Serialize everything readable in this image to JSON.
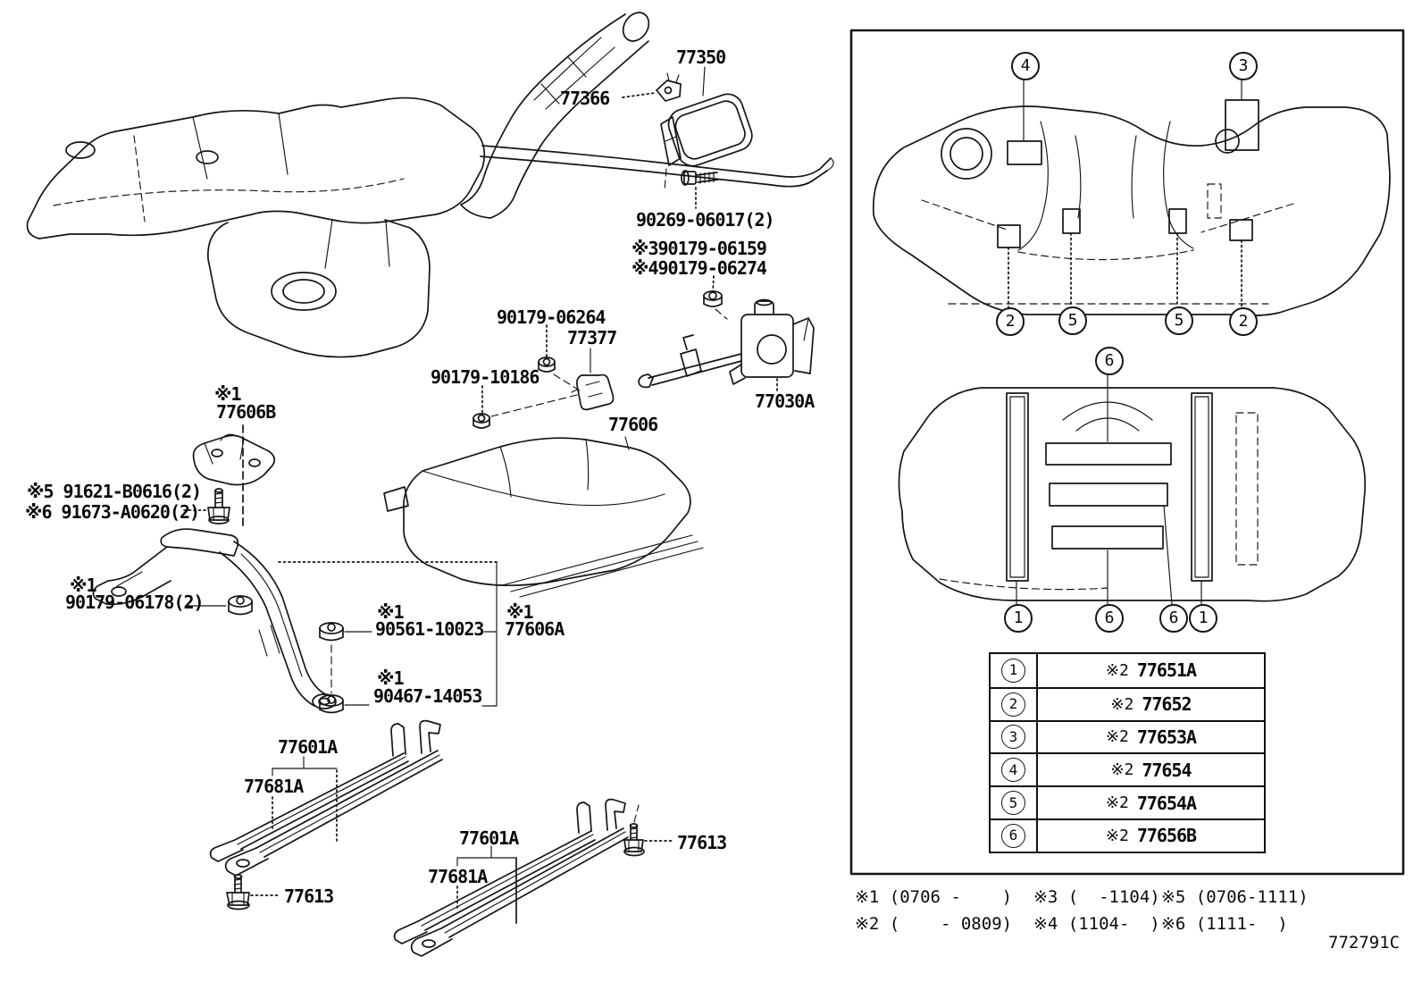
{
  "part_labels": [
    {
      "text": "77350"
    },
    {
      "text": "77366"
    },
    {
      "text": "90269-06017(2)"
    },
    {
      "text": "※390179-06159"
    },
    {
      "text": "※490179-06274"
    },
    {
      "text": "90179-06264"
    },
    {
      "text": "77377"
    },
    {
      "text": "90179-10186"
    },
    {
      "text": "77030A"
    },
    {
      "text": "77606"
    },
    {
      "text": "※1"
    },
    {
      "text": "77606B"
    },
    {
      "text": "※5 91621-B0616(2)"
    },
    {
      "text": "※6 91673-A0620(2)"
    },
    {
      "text": "※1"
    },
    {
      "text": "90179-06178(2)"
    },
    {
      "text": "※1"
    },
    {
      "text": "90561-10023"
    },
    {
      "text": "※1"
    },
    {
      "text": "77606A"
    },
    {
      "text": "※1"
    },
    {
      "text": "90467-14053"
    },
    {
      "text": "77601A"
    },
    {
      "text": "77681A"
    },
    {
      "text": "77613"
    },
    {
      "text": "77601A"
    },
    {
      "text": "77681A"
    },
    {
      "text": "77613"
    }
  ],
  "callouts": {
    "top": [
      "4",
      "3",
      "2",
      "5",
      "5",
      "2"
    ],
    "mid": [
      "6",
      "1",
      "6",
      "6",
      "1"
    ]
  },
  "table": {
    "rows": [
      {
        "num": "1",
        "qualifier": "※2",
        "part": "77651A"
      },
      {
        "num": "2",
        "qualifier": "※2",
        "part": "77652"
      },
      {
        "num": "3",
        "qualifier": "※2",
        "part": "77653A"
      },
      {
        "num": "4",
        "qualifier": "※2",
        "part": "77654"
      },
      {
        "num": "5",
        "qualifier": "※2",
        "part": "77654A"
      },
      {
        "num": "6",
        "qualifier": "※2",
        "part": "77656B"
      }
    ]
  },
  "legend": {
    "items": [
      {
        "text": "※1 (0706 -    )"
      },
      {
        "text": "※2 (    - 0809)"
      },
      {
        "text": "※3 (  -1104)"
      },
      {
        "text": "※4 (1104-  )"
      },
      {
        "text": "※5 (0706-1111)"
      },
      {
        "text": "※6 (1111-  )"
      }
    ]
  },
  "footer": {
    "drawing_code": "772791C"
  }
}
